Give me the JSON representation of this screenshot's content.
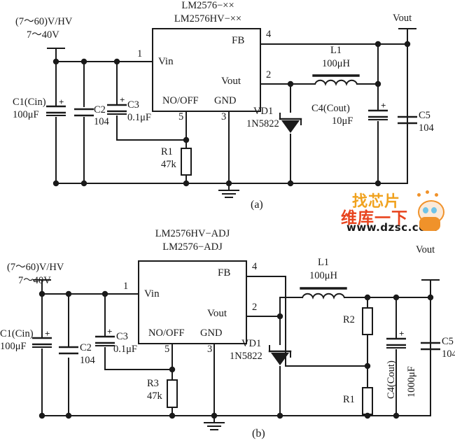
{
  "figure": {
    "title_hidden": "",
    "watermark": {
      "line1": "找芯片",
      "line2": "维库一下",
      "url": "www.dzsc.com"
    }
  },
  "circuit_a": {
    "caption": "(a)",
    "ic": {
      "part_top": "LM2576−××",
      "part_bottom": "LM2576HV−××",
      "pins": {
        "vin_label": "Vin",
        "vin_number": "1",
        "fb_label": "FB",
        "fb_number": "4",
        "vout_label": "Vout",
        "vout_number": "2",
        "onoff_label": "NO/OFF",
        "onoff_number": "5",
        "gnd_label": "GND",
        "gnd_number": "3"
      }
    },
    "supply": {
      "line1": "(7～60)V/HV",
      "line2": "7～40V"
    },
    "output_terminal": "Vout",
    "components": [
      {
        "ref": "C1(Cin)",
        "value": "100μF",
        "type": "polarized-capacitor",
        "polarity": "+"
      },
      {
        "ref": "C2",
        "value": "104",
        "type": "capacitor"
      },
      {
        "ref": "C3",
        "value": "0.1μF",
        "type": "polarized-capacitor",
        "polarity": "+"
      },
      {
        "ref": "R1",
        "value": "47k",
        "type": "resistor"
      },
      {
        "ref": "VD1",
        "value": "1N5822",
        "type": "schottky-diode"
      },
      {
        "ref": "L1",
        "value": "100μH",
        "type": "inductor"
      },
      {
        "ref": "C4(Cout)",
        "value": "10μF",
        "type": "polarized-capacitor",
        "polarity": "+"
      },
      {
        "ref": "C5",
        "value": "104",
        "type": "capacitor"
      }
    ],
    "labels": {
      "c1_ref": "C1(Cin)",
      "c1_val": "100μF",
      "c1_plus": "+",
      "c2_ref": "C2",
      "c2_val": "104",
      "c3_ref": "C3",
      "c3_val": "0.1μF",
      "c3_plus": "+",
      "r1_ref": "R1",
      "r1_val": "47k",
      "vd1_ref": "VD1",
      "vd1_val": "1N5822",
      "l1_ref": "L1",
      "l1_val": "100μH",
      "c4_ref": "C4(Cout)",
      "c4_val": "10μF",
      "c4_plus": "+",
      "c5_ref": "C5",
      "c5_val": "104"
    }
  },
  "circuit_b": {
    "caption": "(b)",
    "ic": {
      "part_top": "LM2576HV−ADJ",
      "part_bottom": "LM2576−ADJ",
      "pins": {
        "vin_label": "Vin",
        "vin_number": "1",
        "fb_label": "FB",
        "fb_number": "4",
        "vout_label": "Vout",
        "vout_number": "2",
        "onoff_label": "NO/OFF",
        "onoff_number": "5",
        "gnd_label": "GND",
        "gnd_number": "3"
      }
    },
    "supply": {
      "line1": "(7～60)V/HV",
      "line2": "7～40V"
    },
    "output_terminal": "Vout",
    "components": [
      {
        "ref": "C1(Cin)",
        "value": "100μF",
        "type": "polarized-capacitor",
        "polarity": "+"
      },
      {
        "ref": "C2",
        "value": "104",
        "type": "capacitor"
      },
      {
        "ref": "C3",
        "value": "0.1μF",
        "type": "polarized-capacitor",
        "polarity": "+"
      },
      {
        "ref": "R3",
        "value": "47k",
        "type": "resistor"
      },
      {
        "ref": "VD1",
        "value": "1N5822",
        "type": "schottky-diode"
      },
      {
        "ref": "L1",
        "value": "100μH",
        "type": "inductor"
      },
      {
        "ref": "R2",
        "value": "",
        "type": "resistor"
      },
      {
        "ref": "R1",
        "value": "",
        "type": "resistor"
      },
      {
        "ref": "C4(Cout)",
        "value": "1000μF",
        "type": "polarized-capacitor",
        "polarity": "+"
      },
      {
        "ref": "C5",
        "value": "104",
        "type": "capacitor"
      }
    ],
    "labels": {
      "c1_ref": "C1(Cin)",
      "c1_val": "100μF",
      "c1_plus": "+",
      "c2_ref": "C2",
      "c2_val": "104",
      "c3_ref": "C3",
      "c3_val": "0.1μF",
      "c3_plus": "+",
      "r3_ref": "R3",
      "r3_val": "47k",
      "vd1_ref": "VD1",
      "vd1_val": "1N5822",
      "l1_ref": "L1",
      "l1_val": "100μH",
      "r2_ref": "R2",
      "r1_ref": "R1",
      "c4_ref": "C4(Cout)",
      "c4_val": "1000μF",
      "c4_plus": "+",
      "c5_ref": "C5",
      "c5_val": "104"
    }
  }
}
